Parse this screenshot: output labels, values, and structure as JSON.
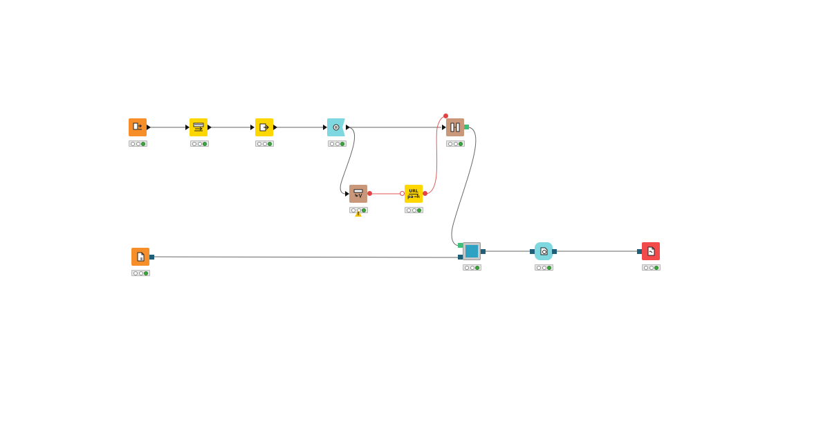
{
  "workflow": {
    "nodes": [
      {
        "id": "n1",
        "color": "#f68f2a",
        "icon": "file-reader-icon"
      },
      {
        "id": "n2",
        "color": "#ffd700",
        "icon": "xpath-transform-icon"
      },
      {
        "id": "n3",
        "color": "#ffd700",
        "icon": "export-arrow-icon"
      },
      {
        "id": "n4",
        "color": "#7fd8df",
        "icon": "loop-start-icon"
      },
      {
        "id": "n5",
        "color": "#c9977a",
        "icon": "table-to-variable-icon"
      },
      {
        "id": "n6",
        "color": "#ffd700",
        "icon": "url-to-path-icon",
        "label_top": "URL",
        "label_bottom": "pa→h"
      },
      {
        "id": "n7",
        "color": "#c9977a",
        "icon": "column-merge-icon"
      },
      {
        "id": "n8",
        "color": "#f68f2a",
        "icon": "file-reader-icon"
      },
      {
        "id": "n9",
        "color": "#2fa2c3",
        "icon": "metanode-icon"
      },
      {
        "id": "n10",
        "color": "#7fd8df",
        "icon": "model-icon"
      },
      {
        "id": "n11",
        "color": "#f24a4a",
        "icon": "pdf-writer-icon"
      }
    ],
    "colors": {
      "connection": "#666666",
      "variable_connection": "#e05a5a",
      "status_green": "#3aa93a",
      "data_port": "#1f5f78",
      "flow_port_green": "#3fbe78"
    }
  }
}
